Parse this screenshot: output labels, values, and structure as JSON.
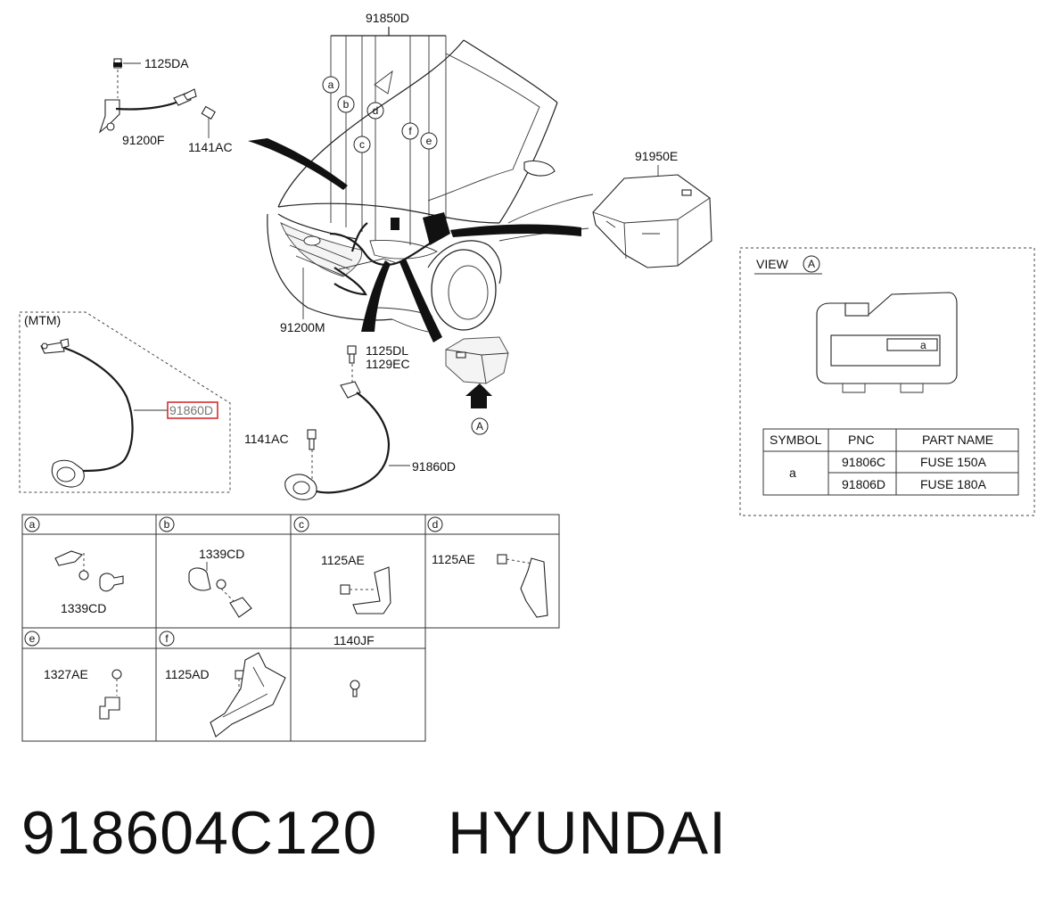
{
  "callouts": {
    "top_harness": "91850D",
    "battery_cable_top": "1125DA",
    "harness_91200f": "91200F",
    "bolt_1141ac_top": "1141AC",
    "harness_91200m": "91200M",
    "fuse_box": "91950E",
    "bolt_1125dl": "1125DL",
    "bolt_1129ec": "1129EC",
    "bolt_1141ac_mid": "1141AC",
    "cable_91860d": "91860D",
    "mtm_label": "(MTM)",
    "mtm_part_highlight": "91860D",
    "view_marker": "A"
  },
  "harness_letters": [
    "a",
    "b",
    "c",
    "d",
    "e",
    "f"
  ],
  "view_box": {
    "title": "VIEW",
    "marker": "A",
    "fuse_slot_letter": "a",
    "table": {
      "headers": [
        "SYMBOL",
        "PNC",
        "PART NAME"
      ],
      "symbol": "a",
      "rows": [
        {
          "pnc": "91806C",
          "name": "FUSE 150A"
        },
        {
          "pnc": "91806D",
          "name": "FUSE 180A"
        }
      ]
    }
  },
  "detail_grid": {
    "cells": [
      {
        "letter": "a",
        "parts": [
          "1339CD"
        ]
      },
      {
        "letter": "b",
        "parts": [
          "1339CD"
        ]
      },
      {
        "letter": "c",
        "parts": [
          "1125AE"
        ]
      },
      {
        "letter": "d",
        "parts": [
          "1125AE"
        ]
      },
      {
        "letter": "e",
        "parts": [
          "1327AE"
        ]
      },
      {
        "letter": "f",
        "parts": [
          "1125AD"
        ]
      },
      {
        "letter": "",
        "header": "1140JF",
        "parts": []
      }
    ]
  },
  "footer": {
    "part_number": "918604C120",
    "brand": "HYUNDAI"
  },
  "colors": {
    "highlight_box": "#d32f2f",
    "highlight_text": "#777777",
    "line": "#222222"
  }
}
